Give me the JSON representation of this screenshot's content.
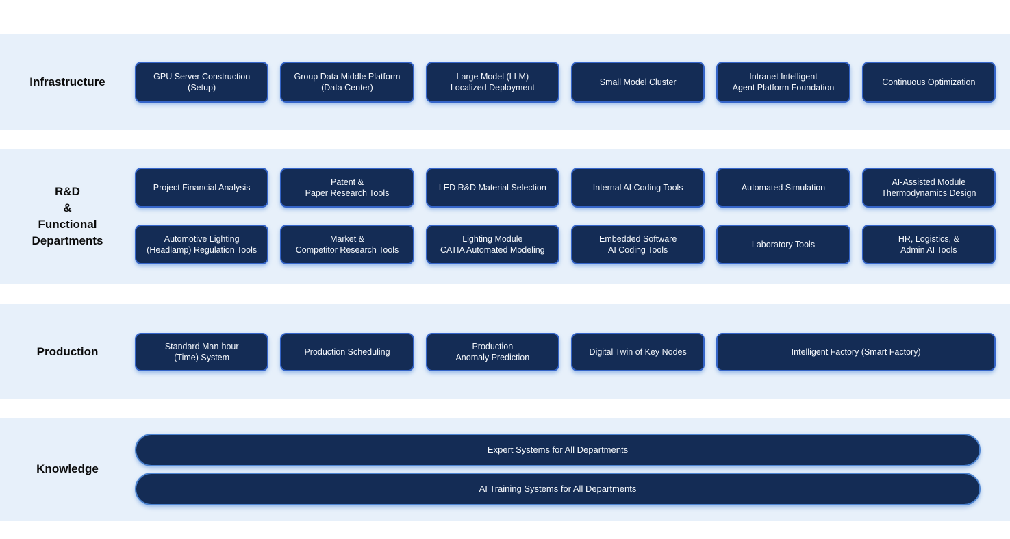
{
  "palette": {
    "page_bg": "#FFFFFF",
    "band_bg": "#E7F0FA",
    "box_bg": "#142C55",
    "box_border": "#3565C9",
    "pill_border": "#4B82CF",
    "box_text": "#F5F8FC",
    "label_text": "#0B0B0B",
    "glow": "#76A3E0"
  },
  "bands": [
    {
      "name": "infrastructure",
      "label": "Infrastructure",
      "rows": [
        {
          "boxes": [
            {
              "text": "GPU Server Construction\n(Setup)"
            },
            {
              "text": "Group Data Middle Platform\n(Data Center)"
            },
            {
              "text": "Large Model (LLM)\nLocalized Deployment"
            },
            {
              "text": "Small Model Cluster"
            },
            {
              "text": "Intranet Intelligent\nAgent Platform Foundation"
            },
            {
              "text": "Continuous Optimization"
            }
          ]
        }
      ]
    },
    {
      "name": "rnd-functional-departments",
      "label": "R&D\n&\nFunctional\nDepartments",
      "rows": [
        {
          "boxes": [
            {
              "text": "Project Financial Analysis"
            },
            {
              "text": "Patent &\nPaper Research Tools"
            },
            {
              "text": "LED R&D Material Selection"
            },
            {
              "text": "Internal AI Coding Tools"
            },
            {
              "text": "Automated Simulation"
            },
            {
              "text": "AI-Assisted Module\nThermodynamics Design"
            }
          ]
        },
        {
          "boxes": [
            {
              "text": "Automotive Lighting\n(Headlamp) Regulation Tools"
            },
            {
              "text": "Market &\nCompetitor Research Tools"
            },
            {
              "text": "Lighting Module\nCATIA Automated Modeling"
            },
            {
              "text": "Embedded Software\nAI Coding Tools"
            },
            {
              "text": "Laboratory Tools"
            },
            {
              "text": "HR, Logistics, &\nAdmin AI Tools"
            }
          ]
        }
      ]
    },
    {
      "name": "production",
      "label": "Production",
      "rows": [
        {
          "boxes": [
            {
              "text": "Standard Man-hour\n(Time) System"
            },
            {
              "text": "Production Scheduling"
            },
            {
              "text": "Production\nAnomaly Prediction"
            },
            {
              "text": "Digital Twin of Key Nodes"
            },
            {
              "text": "Intelligent Factory (Smart Factory)",
              "span": 2
            }
          ]
        }
      ]
    },
    {
      "name": "knowledge",
      "label": "Knowledge",
      "rows": [
        {
          "boxes": [
            {
              "text": "Expert Systems for All Departments"
            }
          ]
        },
        {
          "boxes": [
            {
              "text": "AI Training Systems for All Departments"
            }
          ]
        }
      ]
    }
  ]
}
